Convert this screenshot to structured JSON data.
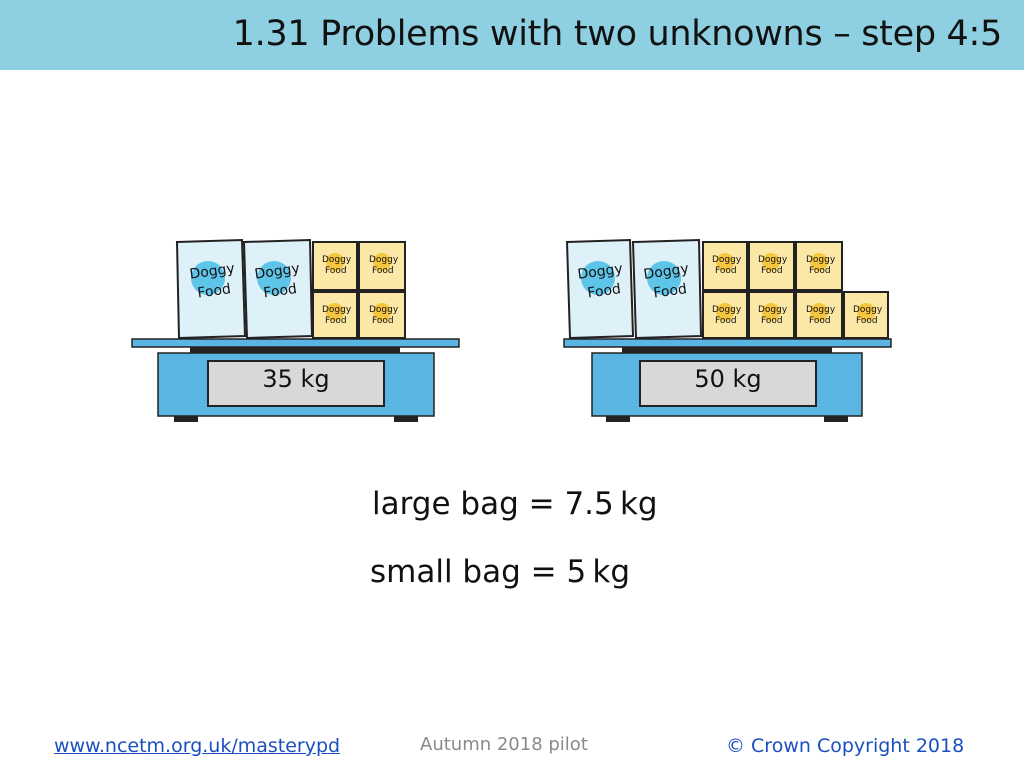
{
  "header": {
    "title": "1.31 Problems with two unknowns – step 4:5",
    "color": "#8ecfe1"
  },
  "scales": [
    {
      "readout": "35 kg",
      "large_bags": 2,
      "small_bags": 4,
      "bag_text_large": [
        "Doggy",
        "Food"
      ],
      "bag_text_small": [
        "Doggy",
        "Food"
      ]
    },
    {
      "readout": "50 kg",
      "large_bags": 2,
      "small_bags": 7,
      "bag_text_large": [
        "Doggy",
        "Food"
      ],
      "bag_text_small": [
        "Doggy",
        "Food"
      ]
    }
  ],
  "equations": {
    "large": "large bag = 7.5 kg",
    "small": "small bag = 5 kg"
  },
  "footer": {
    "link": "www.ncetm.org.uk/masterypd",
    "center": "Autumn 2018 pilot",
    "copyright": "© Crown Copyright 2018"
  },
  "colors": {
    "scale_blue": "#5bb5e3",
    "large_bag_fill": "#dff1f8",
    "small_bag_fill": "#fbe8a6",
    "readout_fill": "#d8d8d8"
  }
}
